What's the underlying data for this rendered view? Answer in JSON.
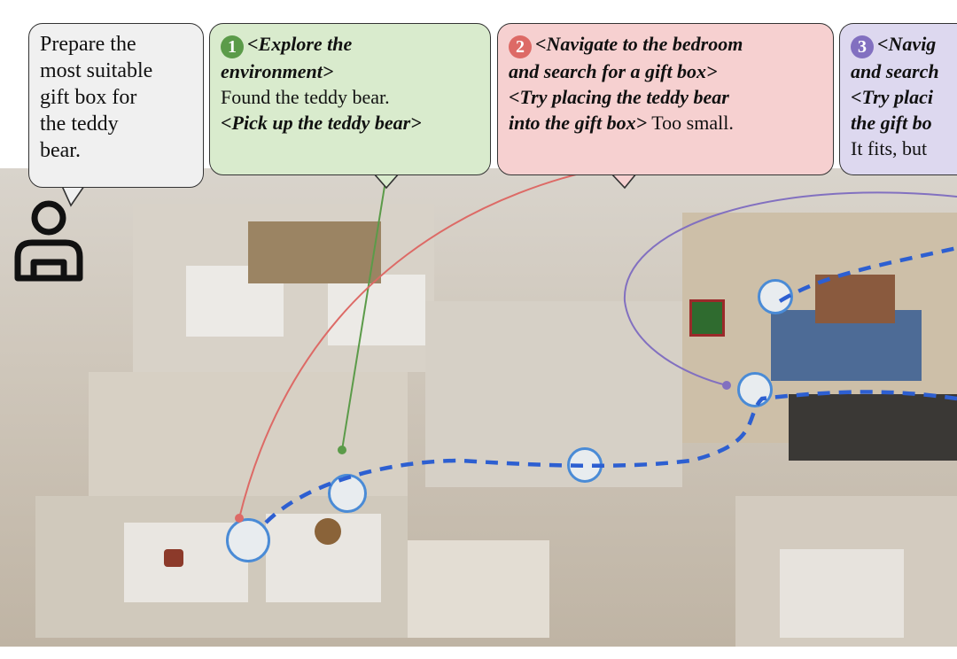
{
  "instruction": {
    "lines": [
      "Prepare the",
      "most suitable",
      "gift box for",
      "the teddy",
      "bear."
    ]
  },
  "steps": [
    {
      "number": "1",
      "color": "#5b9b49",
      "bg": "#d9ebcd",
      "lines": [
        {
          "action": "<Explore the",
          "plain": ""
        },
        {
          "action": "environment>",
          "plain": ""
        },
        {
          "action": "",
          "plain": "Found the teddy bear."
        },
        {
          "action": "<Pick up the teddy bear>",
          "plain": ""
        }
      ]
    },
    {
      "number": "2",
      "color": "#dd6a66",
      "bg": "#f6d0d0",
      "lines": [
        {
          "action": "<Navigate to the bedroom",
          "plain": ""
        },
        {
          "action": "and search for a gift box>",
          "plain": ""
        },
        {
          "action": "<Try placing the teddy bear",
          "plain": ""
        },
        {
          "action": "into the gift box>",
          "plain": " Too small."
        }
      ]
    },
    {
      "number": "3",
      "color": "#8270c0",
      "bg": "#ddd8ef",
      "lines": [
        {
          "action": "<Navig",
          "plain": ""
        },
        {
          "action": "and search",
          "plain": ""
        },
        {
          "action": "<Try placi",
          "plain": ""
        },
        {
          "action": "the gift bo",
          "plain": ""
        },
        {
          "action": "",
          "plain": "It fits, but"
        }
      ]
    }
  ],
  "icons": [
    "person-icon",
    "robot-icon",
    "gift-box-icon",
    "teddy-bear-icon"
  ]
}
